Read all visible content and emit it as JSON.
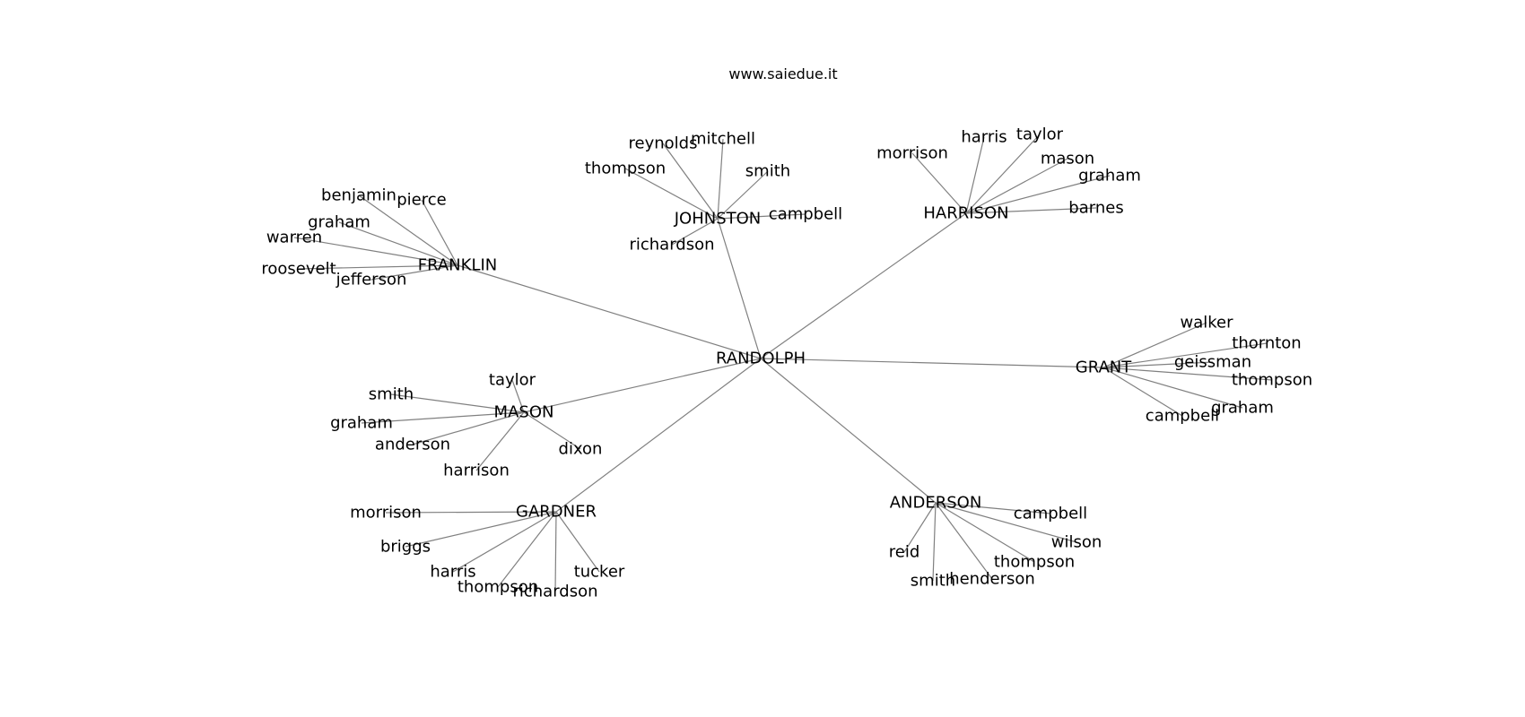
{
  "title": "www.saiedue.it",
  "colors": {
    "edge": "#808080",
    "text": "#000000",
    "background": "#ffffff"
  },
  "root": "RANDOLPH",
  "branches": [
    {
      "name": "FRANKLIN",
      "children": [
        "benjamin",
        "pierce",
        "graham",
        "warren",
        "roosevelt",
        "jefferson"
      ]
    },
    {
      "name": "JOHNSTON",
      "children": [
        "reynolds",
        "mitchell",
        "thompson",
        "smith",
        "campbell",
        "richardson"
      ]
    },
    {
      "name": "HARRISON",
      "children": [
        "morrison",
        "harris",
        "taylor",
        "mason",
        "graham",
        "barnes"
      ]
    },
    {
      "name": "GRANT",
      "children": [
        "walker",
        "thornton",
        "geissman",
        "thompson",
        "graham",
        "campbell"
      ]
    },
    {
      "name": "ANDERSON",
      "children": [
        "campbell",
        "wilson",
        "thompson",
        "henderson",
        "smith",
        "reid"
      ]
    },
    {
      "name": "GARDNER",
      "children": [
        "morrison",
        "briggs",
        "harris",
        "thompson",
        "richardson",
        "tucker"
      ]
    },
    {
      "name": "MASON",
      "children": [
        "taylor",
        "smith",
        "graham",
        "anderson",
        "harrison",
        "dixon"
      ]
    }
  ]
}
